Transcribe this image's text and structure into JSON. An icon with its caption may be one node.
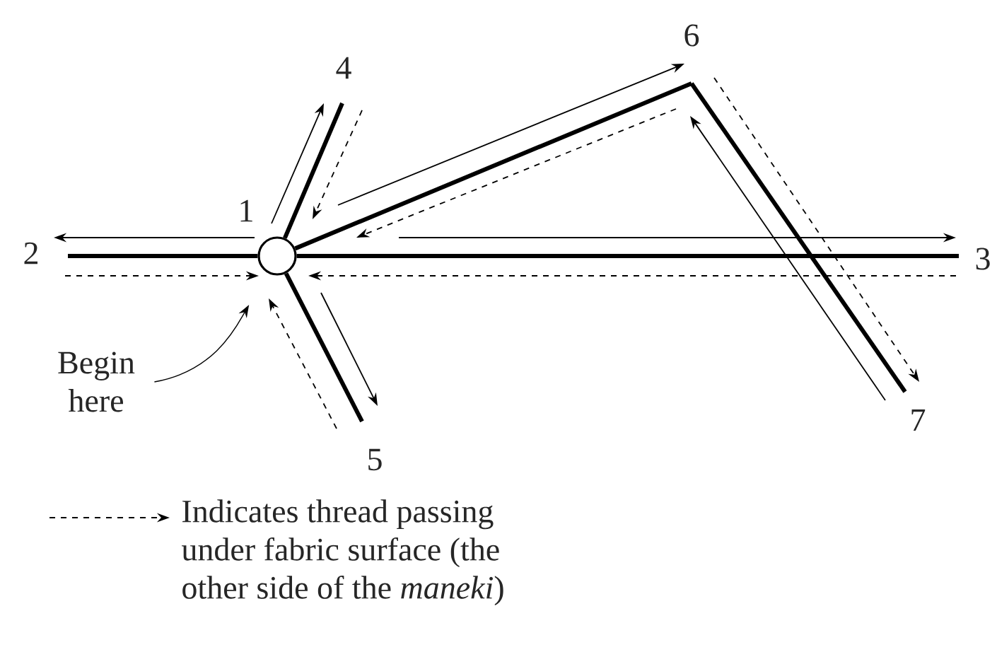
{
  "diagram": {
    "nodes": [
      {
        "text": [
          "1"
        ]
      },
      {
        "text": [
          "2"
        ]
      },
      {
        "text": [
          "3"
        ]
      },
      {
        "text": [
          "4"
        ]
      },
      {
        "text": [
          "5"
        ]
      },
      {
        "text": [
          "6"
        ]
      },
      {
        "text": [
          "7"
        ]
      },
      {
        "text": [
          "Begin here"
        ]
      }
    ],
    "edges": [
      {
        "from": 0,
        "to": 1,
        "arrow": "none"
      },
      {
        "from": 0,
        "to": 2,
        "arrow": "none"
      },
      {
        "from": 0,
        "to": 3,
        "arrow": "none"
      },
      {
        "from": 0,
        "to": 4,
        "arrow": "none"
      },
      {
        "from": 0,
        "to": 5,
        "arrow": "none"
      },
      {
        "from": 5,
        "to": 6,
        "arrow": "none"
      },
      {
        "from": 7,
        "to": 0,
        "arrow": "to"
      }
    ],
    "legend": [
      {
        "text": "Indicates thread passing under fabric surface (the other side of the *maneki*)"
      }
    ]
  }
}
